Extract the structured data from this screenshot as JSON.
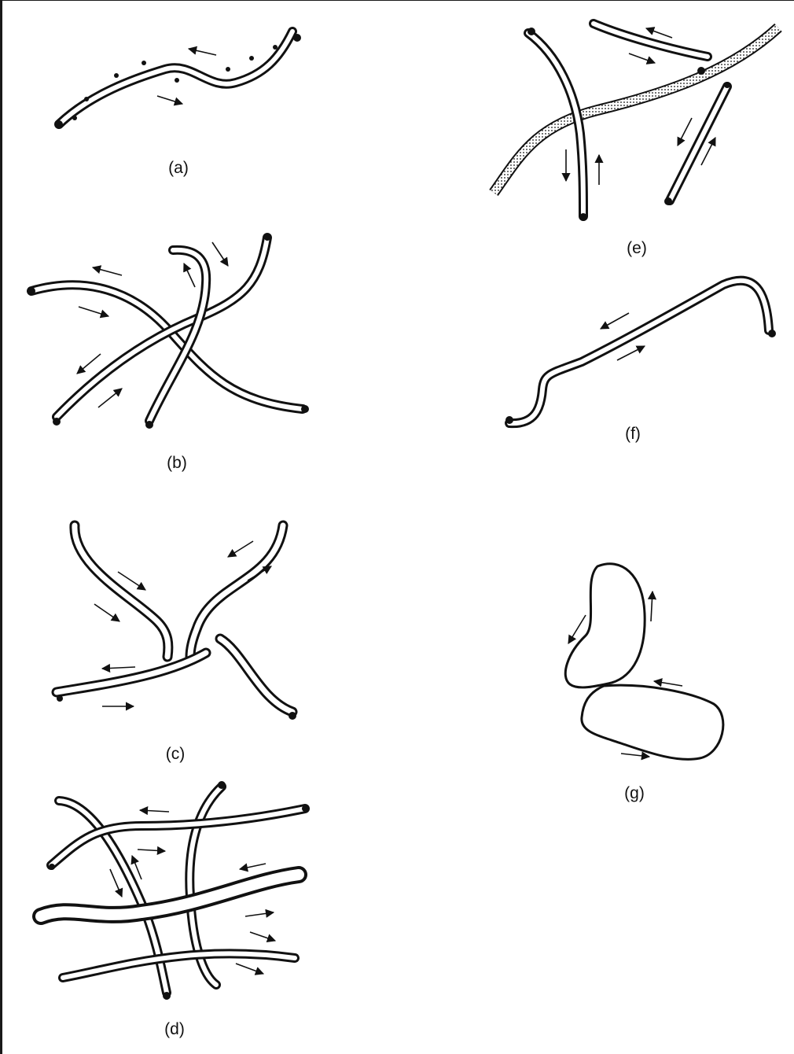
{
  "figure": {
    "panels": [
      {
        "id": "a",
        "caption": "(a)"
      },
      {
        "id": "b",
        "caption": "(b)"
      },
      {
        "id": "c",
        "caption": "(c)"
      },
      {
        "id": "d",
        "caption": "(d)"
      },
      {
        "id": "e",
        "caption": "(e)"
      },
      {
        "id": "f",
        "caption": "(f)"
      },
      {
        "id": "g",
        "caption": "(g)"
      }
    ],
    "colors": {
      "ink": "#111111",
      "paper": "#ffffff",
      "frame": "#1a1a1a"
    }
  }
}
